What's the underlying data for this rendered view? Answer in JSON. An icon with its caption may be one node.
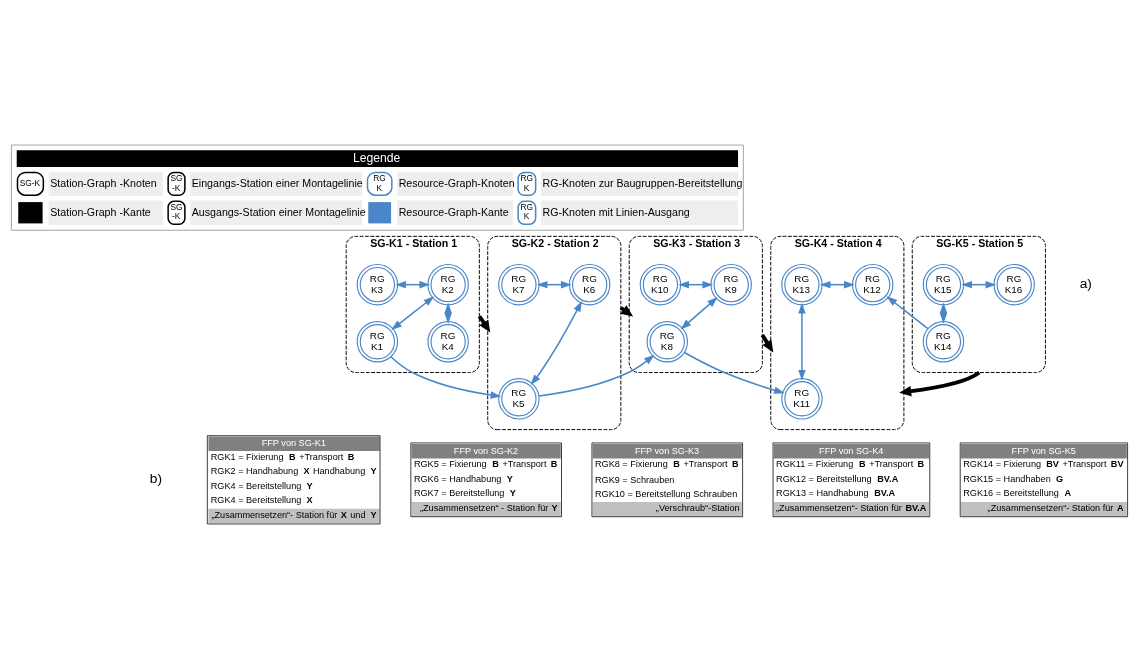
{
  "diagram": {
    "nodes": [
      {
        "text": [
          "SG-K1 - Station 1"
        ]
      },
      {
        "text": [
          "RG K3"
        ],
        "in": 0
      },
      {
        "text": [
          "RG K2"
        ],
        "in": 0
      },
      {
        "text": [
          "RG K4"
        ],
        "in": 0
      },
      {
        "text": [
          "RG K1"
        ],
        "in": 0
      },
      {
        "text": [
          "SG-K2 - Station 2"
        ]
      },
      {
        "text": [
          "RG K7"
        ],
        "in": 5
      },
      {
        "text": [
          "RG K6"
        ],
        "in": 5
      },
      {
        "text": [
          "RG K5"
        ],
        "in": 5
      },
      {
        "text": [
          "SG-K3 - Station 3"
        ]
      },
      {
        "text": [
          "RG K10"
        ],
        "in": 9
      },
      {
        "text": [
          "RG K9"
        ],
        "in": 9
      },
      {
        "text": [
          "RG K8"
        ],
        "in": 9
      },
      {
        "text": [
          "SG-K4 - Station 4"
        ]
      },
      {
        "text": [
          "RG K13"
        ],
        "in": 13
      },
      {
        "text": [
          "RG K12"
        ],
        "in": 13
      },
      {
        "text": [
          "RG K11"
        ],
        "in": 13
      },
      {
        "text": [
          "SG-K5 - Station 5"
        ]
      },
      {
        "text": [
          "RG K16"
        ],
        "in": 17
      },
      {
        "text": [
          "RG K15"
        ],
        "in": 17
      },
      {
        "text": [
          "RG K14"
        ],
        "in": 17
      },
      {
        "text": [
          "FFP von SG-K1",
          "RGK1 = Fixierung **B** +Transport **B**",
          "RGK2 = Handhabung **X** Handhabung **Y**",
          "RGK4 = Bereitstellung **Y**",
          "RGK4 = Bereitstellung **X**",
          "„Zusammensetzen“- Station für **X** und **Y**"
        ]
      },
      {
        "text": [
          "FFP von SG-K2",
          "RGK5 = Fixierung **B** +Transport **B**",
          "RGK6 = Handhabung **Y**",
          "RGK7 = Bereitstellung **Y**",
          "„Zusammensetzen“ - Station für **Y**"
        ]
      },
      {
        "text": [
          "FFP von SG-K3",
          "RGK8 = Fixierung **B** +Transport **B**",
          "RGK9 = Schrauben",
          "RGK10 = Bereitstellung Schrauben",
          "„Verschraub“-Station"
        ]
      },
      {
        "text": [
          "FFP von SG-K4",
          "RGK11 = Fixierung **B** +Transport **B**",
          "RGK12 = Bereitstellung **BV.A**",
          "RGK13 = Handhabung **BV.A**",
          "„Zusammensetzen“- Station für **BV.A**"
        ]
      },
      {
        "text": [
          "FFP von SG-K5",
          "RGK14 = Fixierung **BV** +Transport **BV**",
          "RGK15 = Handhaben **G**",
          "RGK16 = Bereitstellung **A**",
          "„Zusammensetzen“- Station für **A**"
        ]
      }
    ],
    "edges": [
      {
        "from": 2,
        "to": 1,
        "arrow": "both"
      },
      {
        "from": 2,
        "to": 3,
        "arrow": "both"
      },
      {
        "from": 2,
        "to": 4,
        "arrow": "both"
      },
      {
        "from": 4,
        "to": 8,
        "arrow": "to"
      },
      {
        "from": 6,
        "to": 7,
        "arrow": "both"
      },
      {
        "from": 8,
        "to": 7,
        "arrow": "both"
      },
      {
        "from": 10,
        "to": 11,
        "arrow": "both"
      },
      {
        "from": 8,
        "to": 12,
        "arrow": "to"
      },
      {
        "from": 11,
        "to": 12,
        "arrow": "both"
      },
      {
        "from": 12,
        "to": 16,
        "arrow": "to"
      },
      {
        "from": 14,
        "to": 15,
        "arrow": "both"
      },
      {
        "from": 14,
        "to": 16,
        "arrow": "both"
      },
      {
        "from": 20,
        "to": 15,
        "arrow": "to"
      },
      {
        "from": 18,
        "to": 19,
        "arrow": "both"
      },
      {
        "from": 19,
        "to": 20,
        "arrow": "both"
      },
      {
        "from": 0,
        "to": 5,
        "arrow": "to",
        "style": "thick",
        "color": "#000000"
      },
      {
        "from": 5,
        "to": 9,
        "arrow": "to",
        "style": "thick",
        "color": "#000000"
      },
      {
        "from": 9,
        "to": 13,
        "arrow": "to",
        "style": "thick",
        "color": "#000000"
      },
      {
        "from": 17,
        "to": 13,
        "arrow": "to",
        "style": "thick",
        "color": "#000000"
      }
    ],
    "labels": [
      "Legende",
      "SG-K",
      "SG -K",
      "RG K",
      "RG K",
      "SG -K",
      "RG K",
      "a)",
      "b)"
    ],
    "legend": [
      {
        "text": "Station-Graph -Knoten"
      },
      {
        "text": "Eingangs-Station einer Montagelinie"
      },
      {
        "text": "Resource-Graph-Knoten"
      },
      {
        "text": "RG-Knoten zur Baugruppen-Bereitstellung"
      },
      {
        "text": "Station-Graph -Kante"
      },
      {
        "text": "Ausgangs-Station einer Montagelinie"
      },
      {
        "text": "Resource-Graph-Kante"
      },
      {
        "text": "RG-Knoten mit Linien-Ausgang"
      }
    ]
  }
}
